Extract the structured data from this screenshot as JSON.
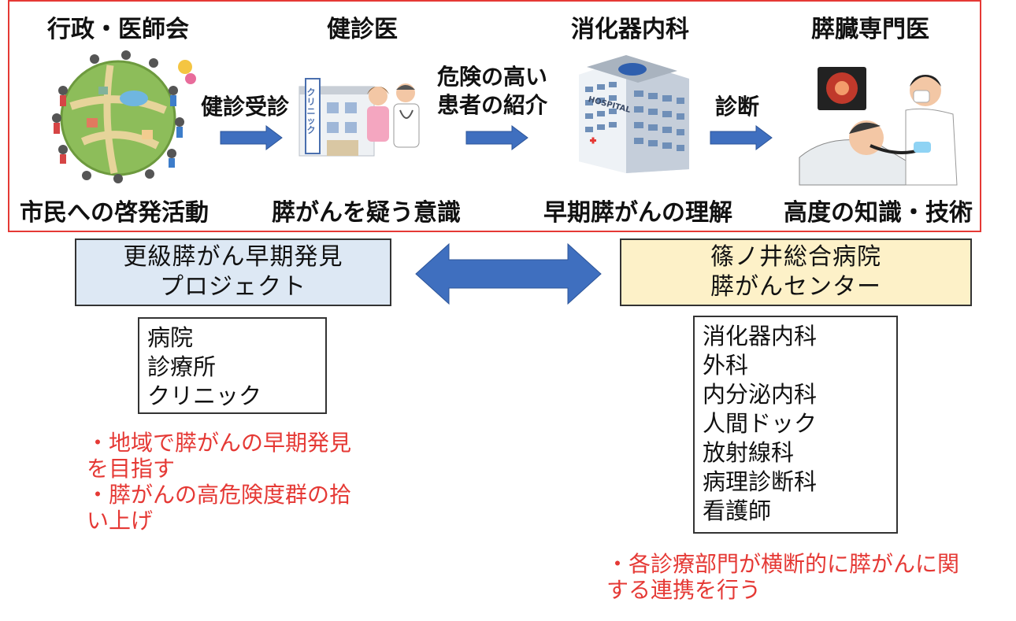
{
  "top_panel": {
    "columns": [
      {
        "title": "行政・医師会",
        "caption": "市民への啓発活動",
        "illustration": "globe-people-icon"
      },
      {
        "title": "健診医",
        "caption": "膵がんを疑う意識",
        "illustration": "clinic-doctors-icon",
        "sign_text": "クリニック"
      },
      {
        "title": "消化器内科",
        "caption": "早期膵がんの理解",
        "illustration": "hospital-building-icon",
        "sign_text": "HOSPITAL"
      },
      {
        "title": "膵臓専門医",
        "caption": "高度の知識・技術",
        "illustration": "endoscopy-procedure-icon"
      }
    ],
    "arrows": [
      {
        "label_lines": [
          "健診受診"
        ]
      },
      {
        "label_lines": [
          "危険の高い",
          "患者の紹介"
        ]
      },
      {
        "label_lines": [
          "診断"
        ]
      }
    ]
  },
  "left_org": {
    "title_lines": [
      "更級膵がん早期発見",
      "プロジェクト"
    ],
    "members": [
      "病院",
      "診療所",
      "クリニック"
    ],
    "notes": [
      "・地域で膵がんの早期発見",
      "を目指す",
      "・膵がんの高危険度群の拾",
      "い上げ"
    ]
  },
  "right_org": {
    "title_lines": [
      "篠ノ井総合病院",
      "膵がんセンター"
    ],
    "members": [
      "消化器内科",
      "外科",
      "内分泌内科",
      "人間ドック",
      "放射線科",
      "病理診断科",
      "看護師"
    ],
    "notes": [
      "・各診療部門が横断的に膵がんに関",
      "する連携を行う"
    ]
  },
  "colors": {
    "frame": "#e53935",
    "arrow": "#3f6fbf",
    "left_box_fill": "#dde8f4",
    "right_box_fill": "#fdf1c8",
    "note_text": "#e53935"
  }
}
